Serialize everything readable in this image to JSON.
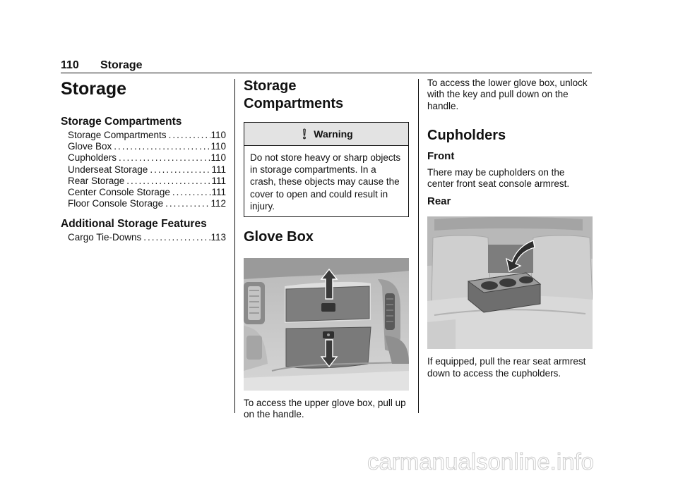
{
  "header": {
    "page_number": "110",
    "section": "Storage"
  },
  "toc": {
    "title": "Storage",
    "groups": [
      {
        "heading": "Storage Compartments",
        "items": [
          {
            "label": "Storage Compartments",
            "page": "110"
          },
          {
            "label": "Glove Box",
            "page": "110"
          },
          {
            "label": "Cupholders",
            "page": "110"
          },
          {
            "label": "Underseat Storage",
            "page": "111"
          },
          {
            "label": "Rear Storage",
            "page": "111"
          },
          {
            "label": "Center Console Storage",
            "page": "111"
          },
          {
            "label": "Floor Console Storage",
            "page": "112"
          }
        ]
      },
      {
        "heading": "Additional Storage Features",
        "items": [
          {
            "label": "Cargo Tie-Downs",
            "page": "113"
          }
        ]
      }
    ]
  },
  "col2": {
    "heading_line1": "Storage",
    "heading_line2": "Compartments",
    "warning": {
      "title": "Warning",
      "text": "Do not store heavy or sharp objects in storage compartments. In a crash, these objects may cause the cover to open and could result in injury."
    },
    "glove_box_heading": "Glove Box",
    "glove_box_text": "To access the upper glove box, pull up on the handle."
  },
  "col3": {
    "lower_glove_text": "To access the lower glove box, unlock with the key and pull down on the handle.",
    "cupholders_heading": "Cupholders",
    "front_heading": "Front",
    "front_text": "There may be cupholders on the center front seat console armrest.",
    "rear_heading": "Rear",
    "rear_text": "If equipped, pull the rear seat armrest down to access the cupholders."
  },
  "icons": {
    "warning": "warning-triangle-icon"
  },
  "footer": {
    "watermark": "carmanualsonline.info"
  }
}
